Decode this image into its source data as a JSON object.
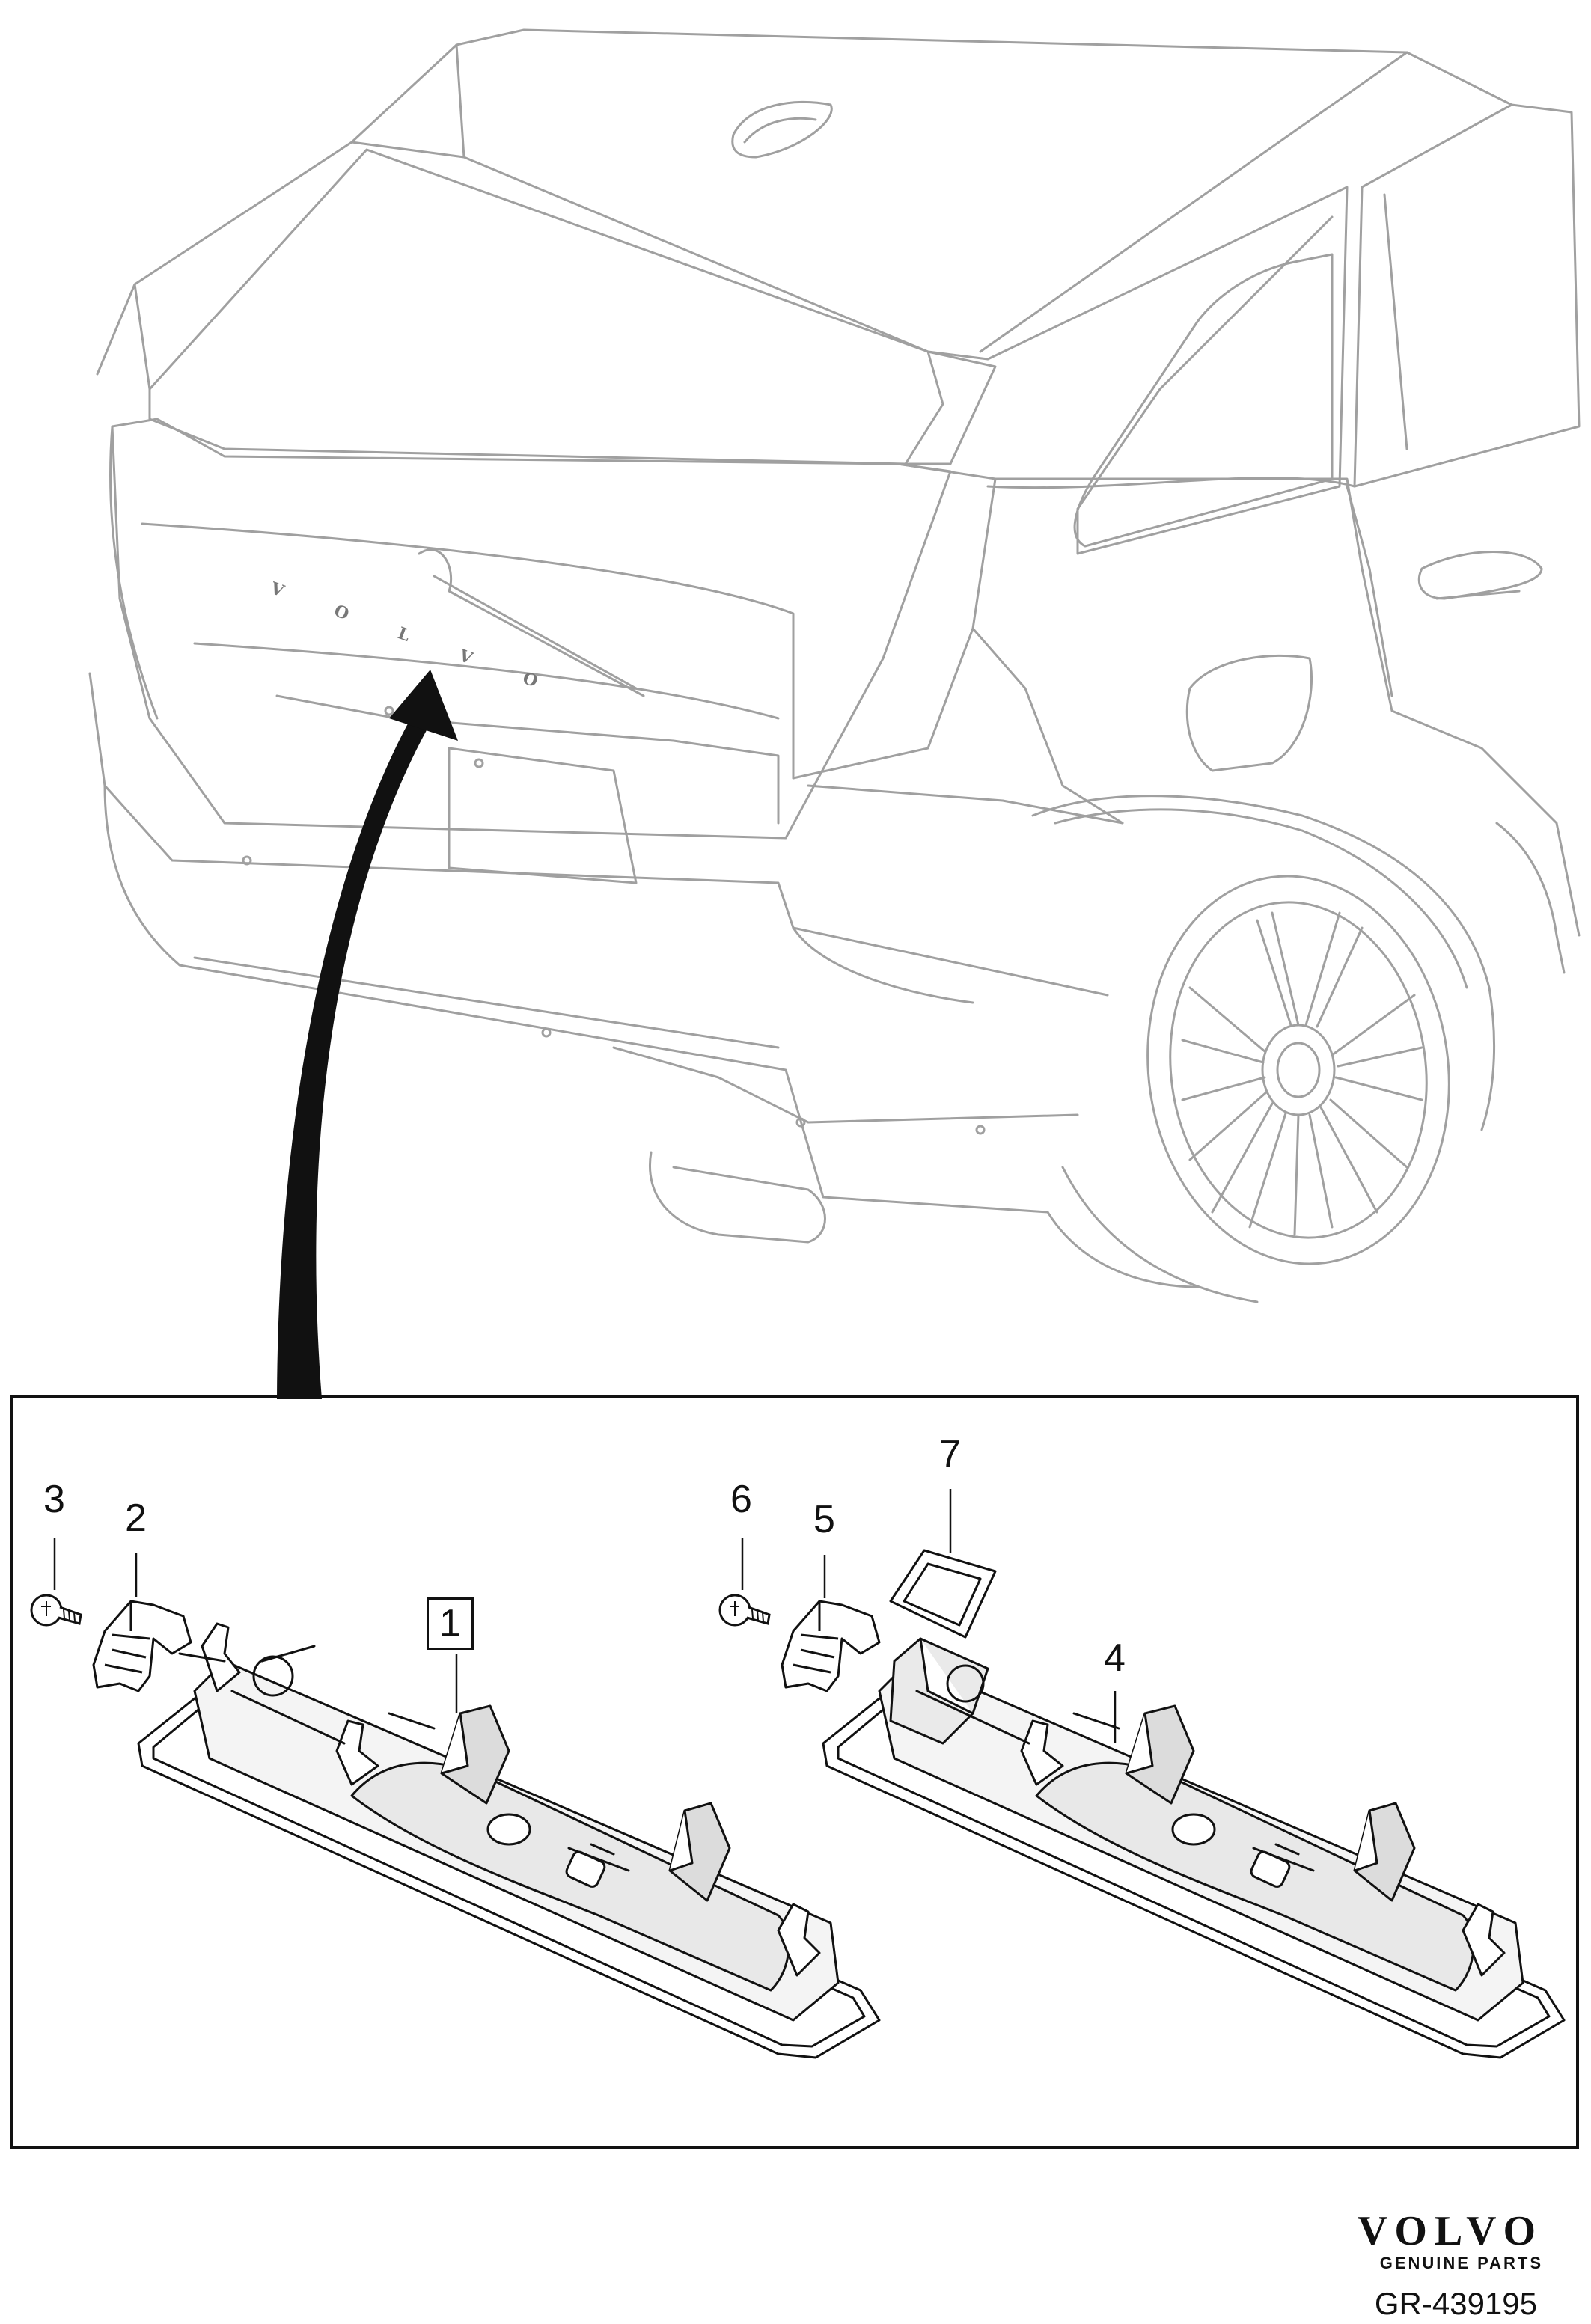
{
  "callouts": [
    {
      "id": "1",
      "boxed": true
    },
    {
      "id": "2",
      "boxed": false
    },
    {
      "id": "3",
      "boxed": false
    },
    {
      "id": "4",
      "boxed": false
    },
    {
      "id": "5",
      "boxed": false
    },
    {
      "id": "6",
      "boxed": false
    },
    {
      "id": "7",
      "boxed": false
    }
  ],
  "emblem": {
    "letters": "VOLVO"
  },
  "brand": {
    "wordmark": "VOLVO",
    "tagline": "GENUINE PARTS"
  },
  "reference": "GR-439195",
  "colors": {
    "car_lines": "#9a9a9a",
    "part_lines": "#111111",
    "arrow": "#111111",
    "frame": "#111111"
  }
}
